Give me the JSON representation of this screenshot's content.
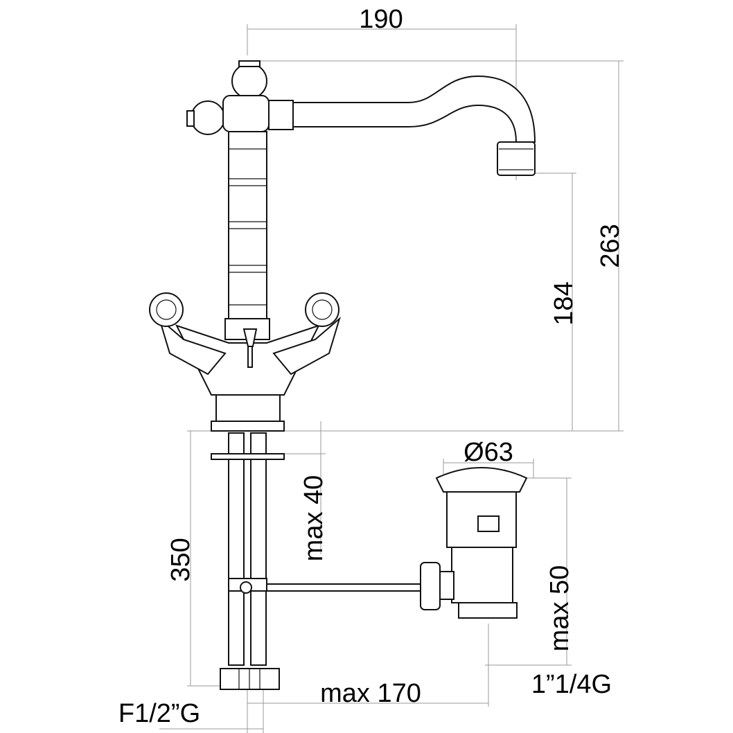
{
  "dimensions": {
    "spout_reach": "190",
    "total_height": "263",
    "spout_height": "184",
    "waste_diameter": "Ø63",
    "max_deck_thickness": "max 40",
    "hose_length": "350",
    "waste_max_thickness": "max 50",
    "waste_max_distance": "max 170",
    "waste_thread": "1”1/4G",
    "inlet_thread": "F1/2”G"
  }
}
